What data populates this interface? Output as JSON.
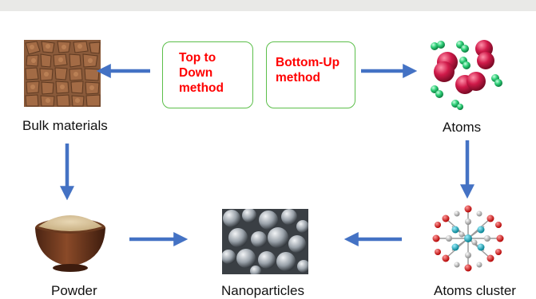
{
  "method_boxes": {
    "top_down": [
      "Top to",
      "Down",
      "method"
    ],
    "bottom_up": [
      "Bottom-Up",
      "method"
    ]
  },
  "labels": {
    "bulk": "Bulk materials",
    "atoms": "Atoms",
    "powder": "Powder",
    "nanoparticles": "Nanoparticles",
    "atoms_cluster": "Atoms cluster"
  },
  "colors": {
    "arrow": "#4472c4",
    "box_border": "#5cbf4a",
    "method_text": "#ff0000"
  }
}
